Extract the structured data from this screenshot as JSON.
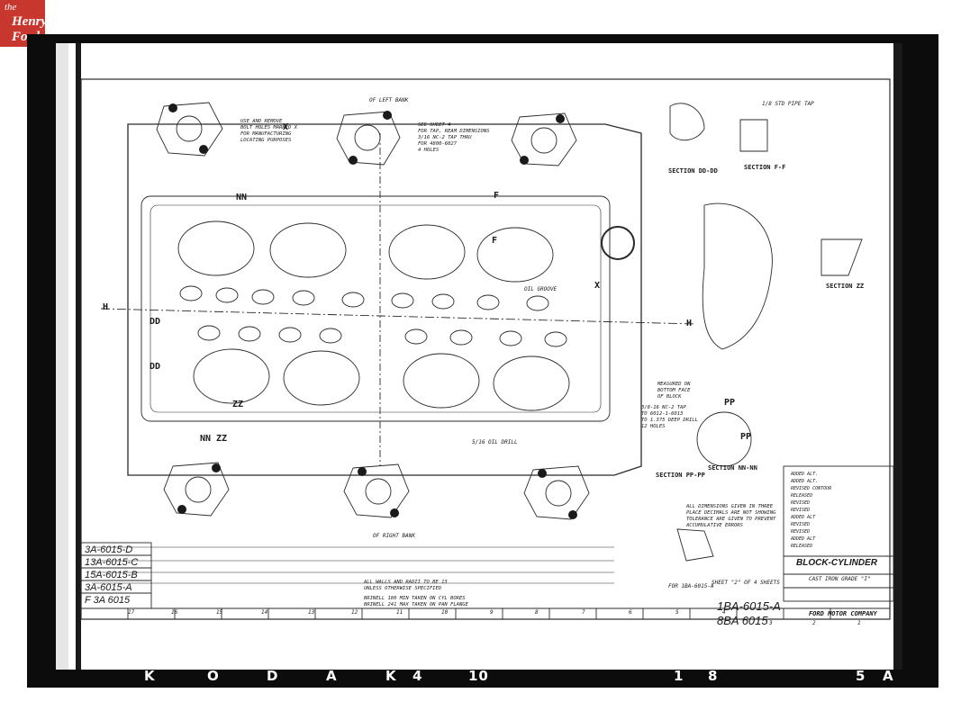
{
  "logo": {
    "line1": "the",
    "line2": "Henry",
    "line3": "Ford"
  },
  "film_edge": [
    "K",
    "O",
    "D",
    "A",
    "K",
    "4",
    "10",
    "1",
    "8",
    "5",
    "A"
  ],
  "drawing": {
    "title": "BLOCK-CYLINDER",
    "material": "CAST IRON  GRADE \"I\"",
    "company": "FORD MOTOR COMPANY",
    "sheet": "SHEET \"2\" OF 4 SHEETS",
    "part_numbers_main": [
      "1BA-6015-A",
      "8BA 6015"
    ],
    "part_numbers_left": [
      "3A-6015-D",
      "13A-6015-C",
      "15A-6015-B",
      "3A-6015-A",
      "F 3A 6015"
    ],
    "sections": [
      "SECTION DD-DD",
      "SECTION F-F",
      "SECTION ZZ",
      "SECTION PP-PP",
      "SECTION NN-NN"
    ],
    "section_marks": [
      "NN",
      "NN",
      "ZZ",
      "ZZ",
      "DD",
      "DD",
      "PP",
      "PP",
      "F",
      "F",
      "H",
      "H",
      "X",
      "X"
    ],
    "bank_labels": [
      "OF LEFT BANK",
      "OF RIGHT BANK"
    ],
    "notes": {
      "general": "ALL DIMENSIONS GIVEN IN THREE\nPLACE DECIMALS ARE NOT SHOWING\nTOLERANCE ARE GIVEN TO PREVENT\nACCUMULATIVE ERRORS",
      "walls": "ALL WALLS AND RADII TO BE 13\nUNLESS OTHERWISE SPECIFIED",
      "brinell": "BRINELL 180 MIN TAKEN ON CYL BORES\nBRINELL 241 MAX TAKEN ON PAN FLANGE",
      "bolt_holes": "USE AND REMOVE\nBOLT HOLES MARKED X\nFOR MANUFACTURING\nLOCATING PURPOSES",
      "see_sheet": "SEE SHEET 4\nFOR TAP, REAM DIMENSIONS\n3/16 NC-2 TAP THRU\nFOR 4800-6027\n4 HOLES",
      "measured": "MEASURED ON\nBOTTOM FACE\nOF BLOCK",
      "drill": "3/8-16 NC-2 TAP\nTO 6012-1-6013\nTO 1.375 DEEP DRILL\n12 HOLES",
      "pipe_tap": "1/8 STD PIPE TAP",
      "oil_groove": "OIL GROOVE",
      "oil_drill": "5/16 OIL DRILL"
    },
    "ref_number": "FOR 1BA-6015-A",
    "zone_numbers": [
      "17",
      "16",
      "15",
      "14",
      "13",
      "12",
      "11",
      "10",
      "9",
      "8",
      "7",
      "6",
      "5",
      "4",
      "3",
      "2",
      "1"
    ],
    "revision_lines": [
      "ADDED ALT.",
      "ADDED ALT.",
      "REVISED CONTOUR",
      "RELEASED",
      "REVISED",
      "REVISED",
      "ADDED ALT",
      "REVISED",
      "REVISED",
      "ADDED ALT",
      "RELEASED"
    ]
  }
}
